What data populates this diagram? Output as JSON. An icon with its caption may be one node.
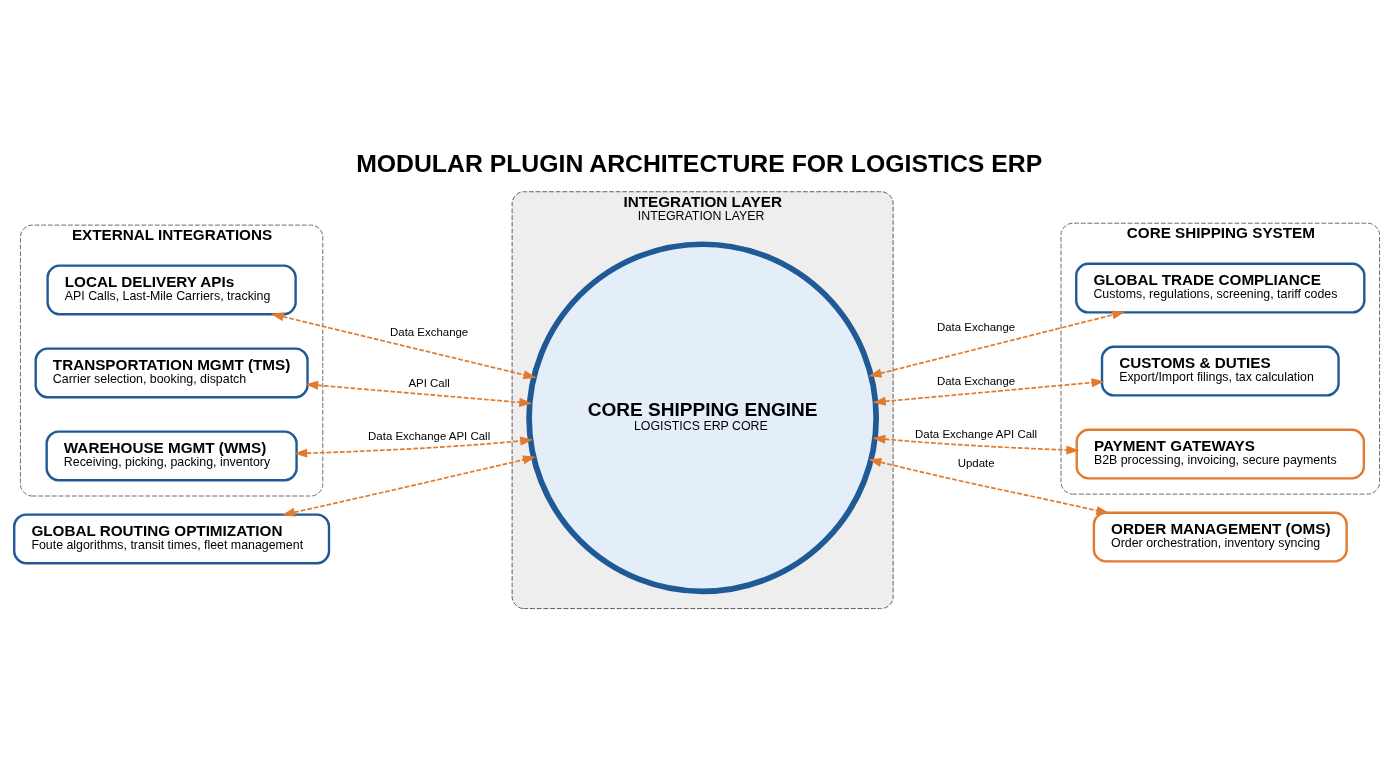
{
  "diagram": {
    "title": "MODULAR PLUGIN ARCHITECTURE FOR LOGISTICS ERP",
    "nodes": [
      {
        "text": [
          "EXTERNAL INTEGRATIONS"
        ]
      },
      {
        "text": [
          "CORE SHIPPING SYSTEM"
        ]
      },
      {
        "text": [
          "LOCAL DELIVERY APIs",
          "API Calls, Last-Mile Carriers, tracking"
        ],
        "in": 0
      },
      {
        "text": [
          "GLOBAL ROUTING OPTIMIZATION",
          "Foute algorithms, transit times, fleet management"
        ]
      },
      {
        "text": [
          "GLOBAL TRADE COMPLIANCE",
          "Customs, regulations, screening, tariff codes"
        ],
        "in": 1
      },
      {
        "text": [
          "TRANSPORTATION MGMT (TMS)",
          "Carrier selection, booking, dispatch"
        ],
        "in": 0
      },
      {
        "text": [
          "INTEGRATION LAYER",
          "INTEGRATION LAYER"
        ]
      },
      {
        "text": [
          "CORE SHIPPING ENGINE",
          "LOGISTICS ERP CORE"
        ],
        "in": 6
      },
      {
        "text": [
          "CUSTOMS & DUTIES",
          "Export/Import filings, tax calculation"
        ],
        "in": 1
      },
      {
        "text": [
          "WAREHOUSE MGMT (WMS)",
          "Receiving, picking, packing, inventory"
        ],
        "in": 0
      },
      {
        "text": [
          "PAYMENT GATEWAYS",
          "B2B processing, invoicing, secure payments"
        ],
        "in": 1
      },
      {
        "text": [
          "ORDER MANAGEMENT (OMS)",
          "Order orchestration, inventory syncing"
        ]
      }
    ],
    "edges": [
      {
        "from": 2,
        "to": 7,
        "arrow": "both",
        "style": "dashed",
        "label": "Data Exchange"
      },
      {
        "from": 3,
        "to": 7,
        "arrow": "both",
        "style": "dashed"
      },
      {
        "from": 7,
        "to": 4,
        "arrow": "both",
        "style": "dashed",
        "label": "Data Exchange"
      },
      {
        "from": 5,
        "to": 7,
        "arrow": "both",
        "style": "dashed",
        "label": "API Call"
      },
      {
        "from": 7,
        "to": 8,
        "arrow": "both",
        "style": "dashed",
        "label": "Data Exchange"
      },
      {
        "from": 9,
        "to": 7,
        "arrow": "both",
        "style": "dashed",
        "label": "Data Exchange API Call"
      },
      {
        "from": 7,
        "to": 10,
        "arrow": "both",
        "style": "dashed",
        "label": "Data Exchange API Call"
      },
      {
        "from": 7,
        "to": 11,
        "arrow": "both",
        "style": "dashed",
        "label": "Update"
      }
    ]
  }
}
